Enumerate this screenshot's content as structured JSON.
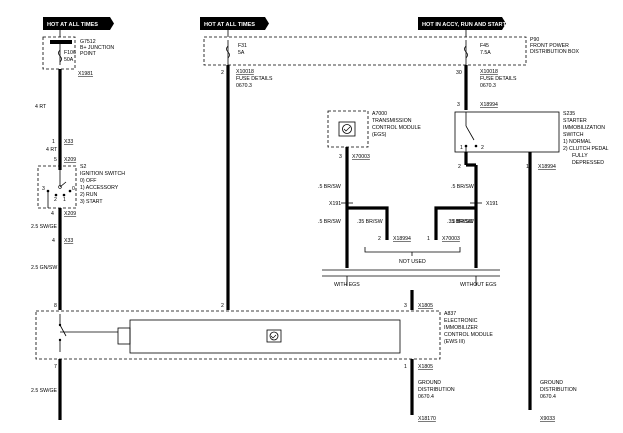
{
  "headers": {
    "left": "HOT AT ALL TIMES",
    "middle": "HOT AT ALL TIMES",
    "right": "HOT IN ACCY, RUN AND  START"
  },
  "g7512": {
    "id": "G7512",
    "line1": "B+ JUNCTION",
    "line2": "POINT",
    "fuse": "F106",
    "rating": "50A",
    "connector": "X1981"
  },
  "p90": {
    "id": "P90",
    "line1": "FRONT POWER",
    "line2": "DISTRIBUTION BOX"
  },
  "f31": {
    "fuse": "F31",
    "rating": "5A",
    "pin": "2",
    "connector": "X10018",
    "details1": "FUSE DETAILS",
    "details2": "0670.3"
  },
  "f45": {
    "fuse": "F45",
    "rating": "7.5A",
    "pin": "30",
    "connector": "X10018",
    "details1": "FUSE DETAILS",
    "details2": "0670.3"
  },
  "wire_4rt": "4 RT",
  "x33_top": {
    "pin": "1",
    "connector": "X33",
    "wire": "4 RT"
  },
  "s2": {
    "id": "S2",
    "title": "IGNITION SWITCH",
    "pos0": "0)  OFF",
    "pos1": "1)  ACCESSORY",
    "pos2": "2)  RUN",
    "pos3": "3)  START",
    "pin_top": "5",
    "connector_top": "X209",
    "pin_bottom": "4",
    "connector_bottom": "X209",
    "sw3": "3",
    "sw2": "2",
    "sw1": "1",
    "sw0": "0"
  },
  "x33_mid": {
    "pin": "4",
    "connector": "X33",
    "wire": "2.5 SW/GE"
  },
  "wire_25gnsw": "2.5 GN/SW",
  "a7000": {
    "id": "A7000",
    "line1": "TRANSMISSION",
    "line2": "CONTROL MODULE",
    "line3": "(EGS)",
    "pin": "3",
    "connector": "X70003"
  },
  "s235": {
    "id": "S235",
    "line1": "STARTER",
    "line2": "IMMOBILIZATION",
    "line3": "SWITCH",
    "opt1": "1)  NORMAL",
    "opt2": "2)  CLUTCH PEDAL",
    "opt3": "FULLY",
    "opt4": "DEPRESSED",
    "pin_top": "3",
    "connector_top": "X18994",
    "pin_bottom": "2",
    "connector_bottom": "X18994",
    "pin_right": "1",
    "sw1": "1",
    "sw2": "2"
  },
  "egs_left": {
    "wire_top": ".5 BR/SW",
    "connector": "X191",
    "wire_bottom": ".5 BR/SW",
    "wire_inner": ".35 BR/SW",
    "pin": "2",
    "plug": "X18994"
  },
  "egs_right": {
    "wire_top": ".5 BR/SW",
    "connector": "X191",
    "wire_bottom": ".5 BR/SW",
    "wire_inner": ".35 BR/SW",
    "pin": "1",
    "plug": "X70003"
  },
  "not_used": "NOT USED",
  "with_egs": "WITH EGS",
  "without_egs": "WITHOUT EGS",
  "a837": {
    "id": "A837",
    "line1": "ELECTRONIC",
    "line2": "IMMOBILIZER",
    "line3": "CONTROL MODULE",
    "line4": "(EWS III)",
    "pin_left": "8",
    "pin_mid": "2",
    "pin_right": "3",
    "connector_top": "X1805",
    "pin_bottom": "1",
    "connector_bottom": "X1805",
    "pin_left_bottom": "7"
  },
  "ground": {
    "line1": "GROUND",
    "line2": "DISTRIBUTION",
    "line3": "0670.4",
    "connector": "X18170"
  },
  "ground2": {
    "line1": "GROUND",
    "line2": "DISTRIBUTION",
    "line3": "0670.4",
    "connector": "X9033"
  },
  "wire_25swge_bottom": "2.5 SW/GE"
}
